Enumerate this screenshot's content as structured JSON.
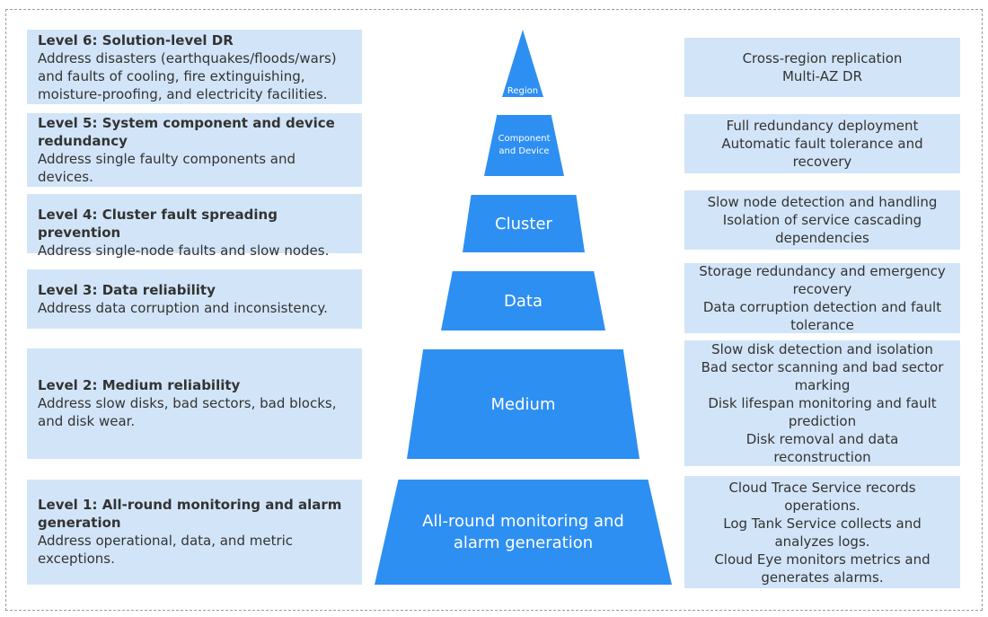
{
  "colors": {
    "box_fill": "#d2e5f8",
    "tier_fill": "#2d8ff2",
    "tier_text": "#ffffff",
    "frame": "#9a9a9a"
  },
  "levels": [
    {
      "title": "Level 6: Solution-level DR",
      "desc": "Address disasters (earthquakes/floods/wars) and faults of cooling, fire extinguishing, moisture-proofing, and electricity facilities."
    },
    {
      "title": "Level 5: System component and device redundancy",
      "desc": "Address single faulty components and devices."
    },
    {
      "title": "Level 4: Cluster fault spreading prevention",
      "desc": "Address single-node faults and slow nodes."
    },
    {
      "title": "Level 3: Data reliability",
      "desc": "Address data corruption and inconsistency."
    },
    {
      "title": "Level 2: Medium reliability",
      "desc": "Address slow disks, bad sectors, bad blocks, and disk wear."
    },
    {
      "title": "Level 1: All-round monitoring and alarm generation",
      "desc": "Address operational, data, and metric exceptions."
    }
  ],
  "pyramid": [
    {
      "label": "Region"
    },
    {
      "label": "Component and Device"
    },
    {
      "label": "Cluster"
    },
    {
      "label": "Data"
    },
    {
      "label": "Medium"
    },
    {
      "label": "All-round monitoring and alarm generation"
    }
  ],
  "measures": [
    [
      "Cross-region replication",
      "Multi-AZ DR"
    ],
    [
      "Full redundancy deployment",
      "Automatic fault tolerance and recovery"
    ],
    [
      "Slow node detection and handling",
      "Isolation of service cascading dependencies"
    ],
    [
      "Storage redundancy and emergency recovery",
      "Data corruption detection and fault tolerance"
    ],
    [
      "Slow disk detection and isolation",
      "Bad sector scanning and bad sector marking",
      "Disk lifespan monitoring and fault prediction",
      "Disk removal and data reconstruction"
    ],
    [
      "Cloud Trace Service records operations.",
      "Log Tank Service collects and analyzes logs.",
      "Cloud Eye monitors metrics and generates alarms."
    ]
  ]
}
